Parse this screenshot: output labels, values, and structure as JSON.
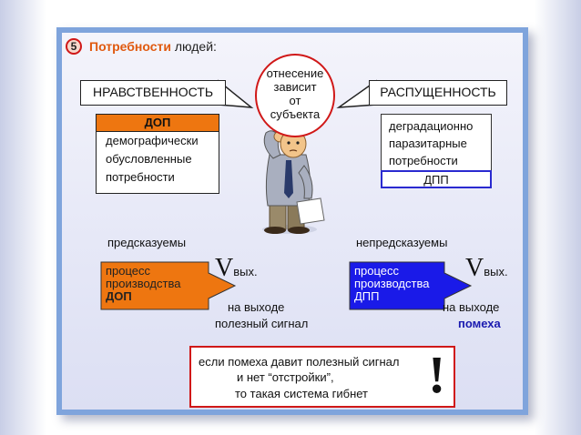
{
  "title": {
    "number": "5",
    "highlight": "Потребности",
    "rest": "людей:"
  },
  "left_callout": "НРАВСТВЕННОСТЬ",
  "right_callout": "РАСПУЩЕННОСТЬ",
  "center_oval": {
    "lines": [
      "отнесение",
      "зависит",
      "от",
      "субъекта"
    ]
  },
  "left_box": {
    "header": "ДОП",
    "lines": [
      "демографически",
      "обусловленные",
      "потребности"
    ]
  },
  "right_box": {
    "lines": [
      "деградационно",
      "паразитарные",
      "потребности"
    ],
    "footer": "ДПП"
  },
  "left_pred": "предсказуемы",
  "right_pred": "непредсказуемы",
  "left_process": {
    "lines": [
      "процесс",
      "производства"
    ],
    "bold": "ДОП"
  },
  "right_process": {
    "lines": [
      "процесс",
      "производства"
    ],
    "last": "ДПП"
  },
  "v_symbol": "V",
  "v_sub": "вых.",
  "left_output": {
    "line1": "на выходе",
    "line2": "полезный сигнал"
  },
  "right_output": {
    "line1": "на выходе",
    "line2": "помеха"
  },
  "bottom_note": {
    "lines": [
      "если помеха давит полезный сигнал",
      "и нет “отстройки”,",
      "то такая система гибнет"
    ],
    "mark": "!"
  },
  "colors": {
    "orange": "#ee7610",
    "blue": "#1a1ae8",
    "red": "#d01818",
    "border": "#7fa4dc"
  }
}
